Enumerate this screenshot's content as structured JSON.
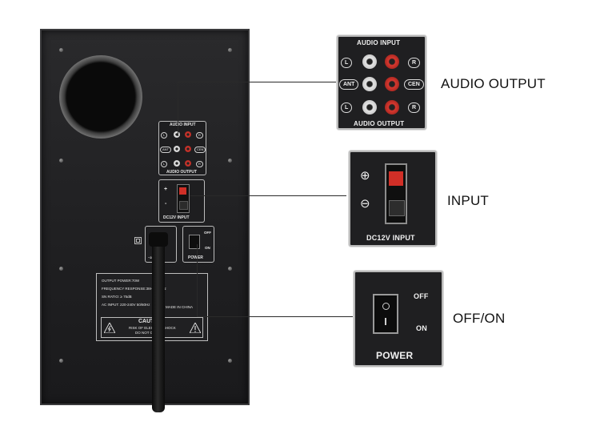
{
  "cabinet": {
    "audio_panel": {
      "title_top": "AUDIO INPUT",
      "title_bottom": "AUDIO OUTPUT",
      "labels_left": [
        "L",
        "ANT",
        "L"
      ],
      "labels_right": [
        "R",
        "CEN",
        "R"
      ]
    },
    "dc_panel": {
      "title": "DC12V INPUT",
      "plus": "+",
      "minus": "-"
    },
    "mains": {
      "line1": "AC IN",
      "line2": "~220-240V"
    },
    "power_panel": {
      "off": "OFF",
      "on": "ON",
      "title": "POWER"
    },
    "spec_label": {
      "line1": "OUTPUT POWER:70W",
      "line2": "FREQUENCY RESPONSE:38Hz-250Hz",
      "line3": "SN RATIO: ≥ 75dB",
      "line4": "AC INPUT: 220-240V 50/60Hz",
      "made_in": "MADE IN CHINA",
      "caution_title": "CAUTION",
      "caution_line1": "RISK OF ELECTRIC SHOCK",
      "caution_line2": "DO NOT OPEN"
    }
  },
  "zoom_audio": {
    "title_top": "AUDIO INPUT",
    "title_bottom": "AUDIO OUTPUT",
    "labels_left": [
      "L",
      "ANT",
      "L"
    ],
    "labels_right": [
      "R",
      "CEN",
      "R"
    ]
  },
  "zoom_input": {
    "plus": "⊕",
    "minus": "⊖",
    "title": "DC12V INPUT"
  },
  "zoom_power": {
    "off": "OFF",
    "on": "ON",
    "title": "POWER"
  },
  "callouts": {
    "audio_output": "AUDIO OUTPUT",
    "input": "INPUT",
    "off_on": "OFF/ON"
  },
  "colors": {
    "jack_white": "#e5e5e5",
    "jack_red": "#d8382f",
    "panel_dark": "#1f1f21"
  }
}
